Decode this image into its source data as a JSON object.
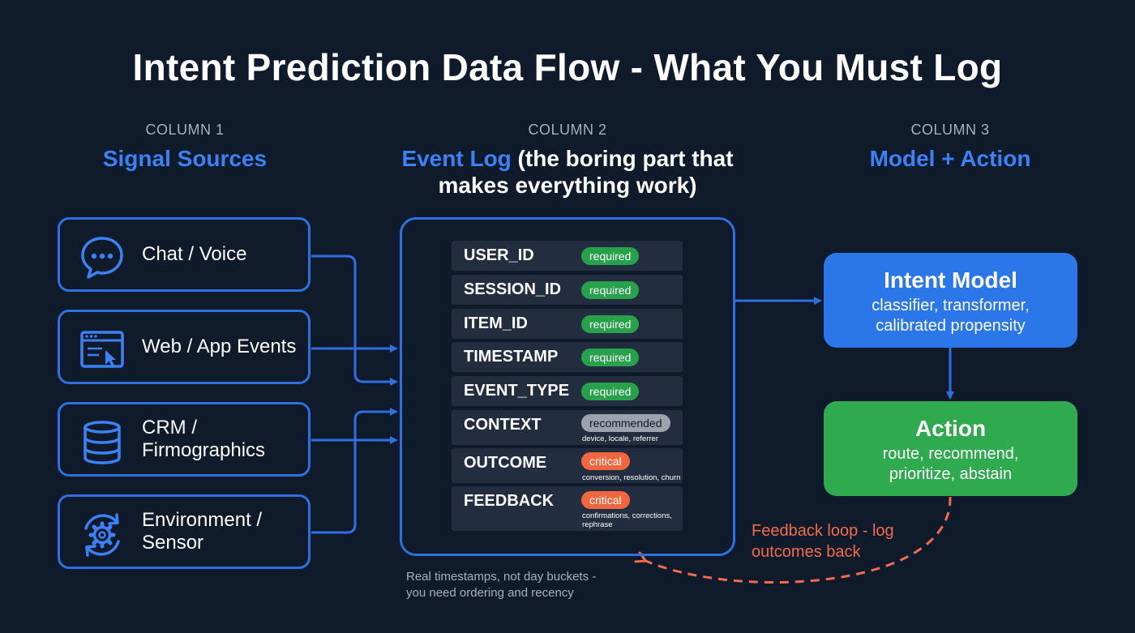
{
  "title": "Intent Prediction Data Flow - What You Must Log",
  "columns": [
    {
      "kicker": "COLUMN 1",
      "name": "Signal Sources",
      "rest": ""
    },
    {
      "kicker": "COLUMN 2",
      "name": "Event Log",
      "rest": " (the boring part that makes everything work)"
    },
    {
      "kicker": "COLUMN 3",
      "name": "Model + Action",
      "rest": ""
    }
  ],
  "sources": [
    {
      "label": "Chat / Voice",
      "icon": "chat-bubble-icon"
    },
    {
      "label": "Web / App Events",
      "icon": "browser-cursor-icon"
    },
    {
      "label": "CRM / Firmographics",
      "icon": "database-icon"
    },
    {
      "label": "Environment / Sensor",
      "icon": "gear-sync-icon"
    }
  ],
  "fields": [
    {
      "name": "USER_ID",
      "badge": "required",
      "note": ""
    },
    {
      "name": "SESSION_ID",
      "badge": "required",
      "note": ""
    },
    {
      "name": "ITEM_ID",
      "badge": "required",
      "note": ""
    },
    {
      "name": "TIMESTAMP",
      "badge": "required",
      "note": ""
    },
    {
      "name": "EVENT_TYPE",
      "badge": "required",
      "note": ""
    },
    {
      "name": "CONTEXT",
      "badge": "recommended",
      "note": "device, locale, referrer"
    },
    {
      "name": "OUTCOME",
      "badge": "critical",
      "note": "conversion, resolution, churn"
    },
    {
      "name": "FEEDBACK",
      "badge": "critical",
      "note": "confirmations, corrections, rephrase"
    }
  ],
  "model": {
    "title": "Intent Model",
    "subtitle": "classifier, transformer, calibrated propensity"
  },
  "action": {
    "title": "Action",
    "subtitle": "route, recommend, prioritize, abstain"
  },
  "feedback_loop": "Feedback loop - log outcomes back",
  "footnote": "Real timestamps, not day buckets - you need ordering and recency",
  "colors": {
    "background": "#0f1a2b",
    "accent_blue": "#3b82f6",
    "border_blue": "#2f6fe0",
    "model_fill": "#2b76e8",
    "action_fill": "#2faa4f",
    "required": "#27a14a",
    "recommended": "#9ca3af",
    "critical": "#f0673f",
    "feedback": "#f26b4b"
  }
}
